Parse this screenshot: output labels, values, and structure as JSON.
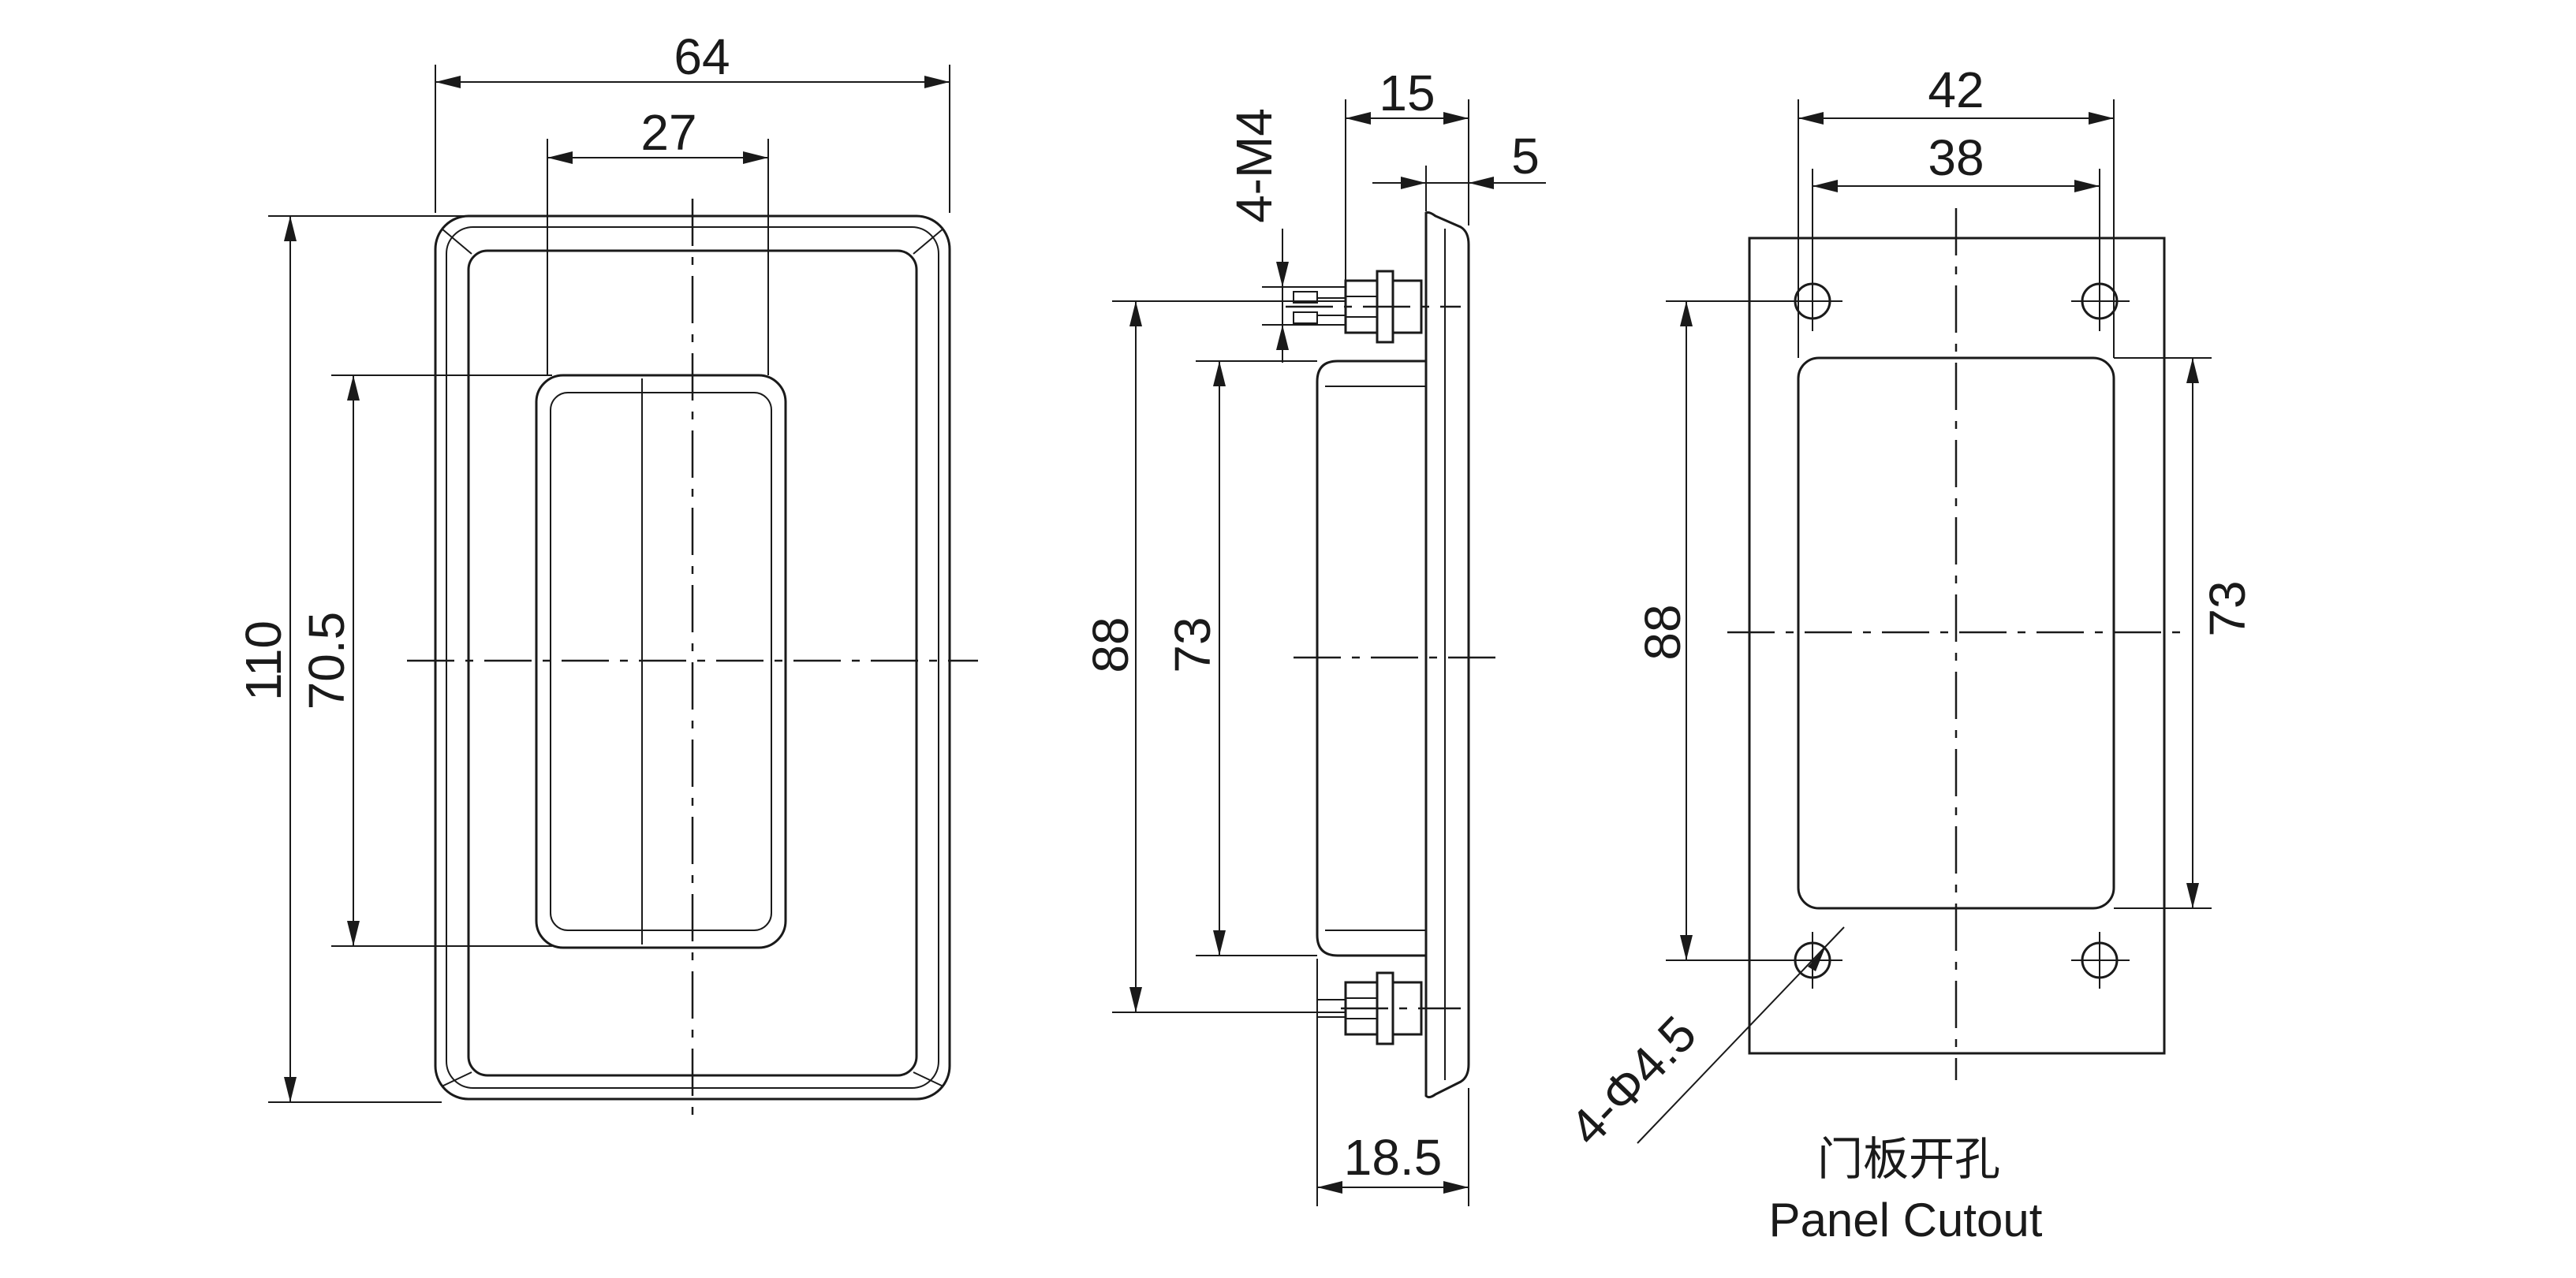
{
  "front_view": {
    "dim_width_outer": "64",
    "dim_width_inner": "27",
    "dim_height_outer": "110",
    "dim_height_inner": "70.5"
  },
  "side_view": {
    "dim_thread": "4-M4",
    "dim_depth_top": "15",
    "dim_flange": "5",
    "dim_stud_spacing": "88",
    "dim_cup_height": "73",
    "dim_depth_total": "18.5"
  },
  "cutout_view": {
    "dim_width_outer": "42",
    "dim_width_inner": "38",
    "dim_hole_spacing": "88",
    "dim_cutout_height": "73",
    "dim_hole_dia": "4-Φ4.5",
    "caption_cn": "门板开孔",
    "caption_en": "Panel Cutout"
  }
}
